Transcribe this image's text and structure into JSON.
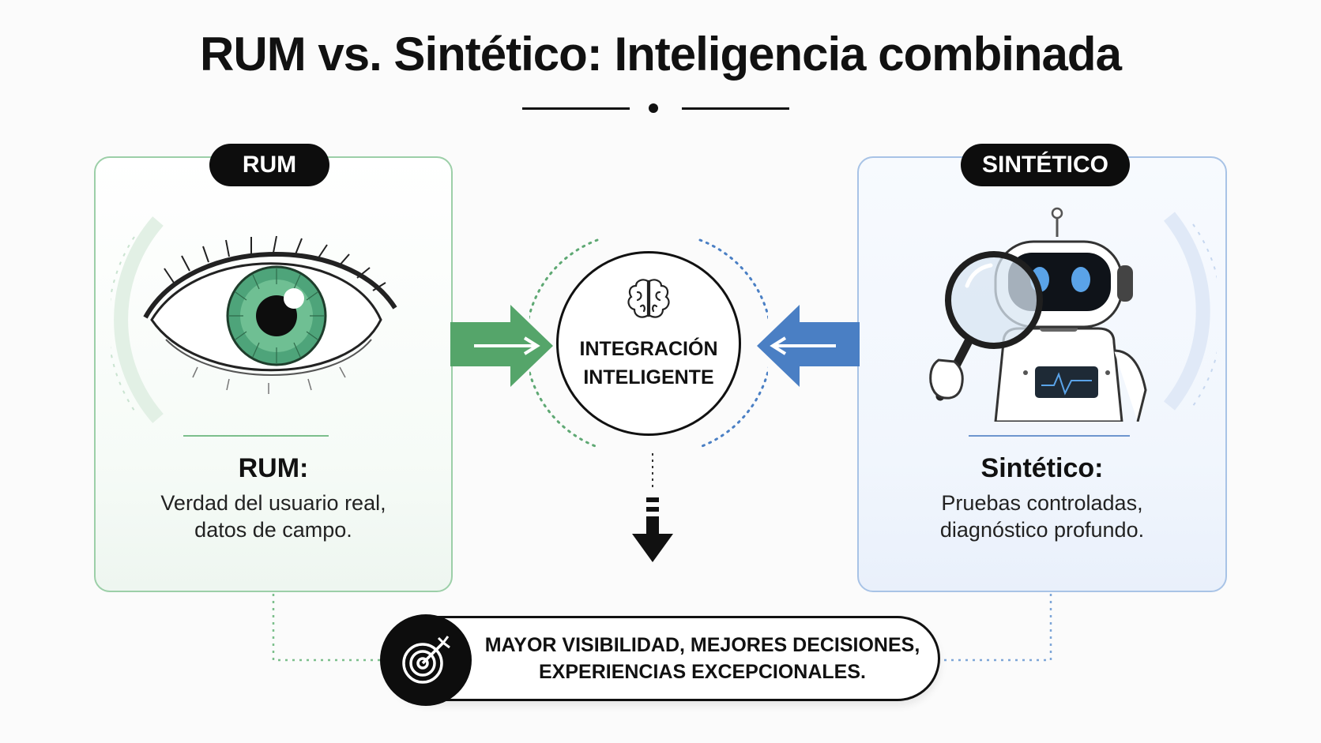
{
  "title": "RUM vs. Sintético: Inteligencia combinada",
  "rum": {
    "badge": "RUM",
    "heading": "RUM:",
    "desc_line1": "Verdad del usuario real,",
    "desc_line2": "datos de campo.",
    "color": "#4ea463",
    "illustration": "eye-icon"
  },
  "synthetic": {
    "badge": "SINTÉTICO",
    "heading": "Sintético:",
    "desc_line1": "Pruebas controladas,",
    "desc_line2": "diagnóstico profundo.",
    "color": "#4a7fc4",
    "illustration": "robot-magnifier-icon"
  },
  "center": {
    "line1": "INTEGRACIÓN",
    "line2": "INTELIGENTE",
    "icon": "brain-icon"
  },
  "result": {
    "line1": "MAYOR VISIBILIDAD, MEJORES DECISIONES,",
    "line2": "EXPERIENCIAS EXCEPCIONALES.",
    "icon": "target-icon"
  }
}
